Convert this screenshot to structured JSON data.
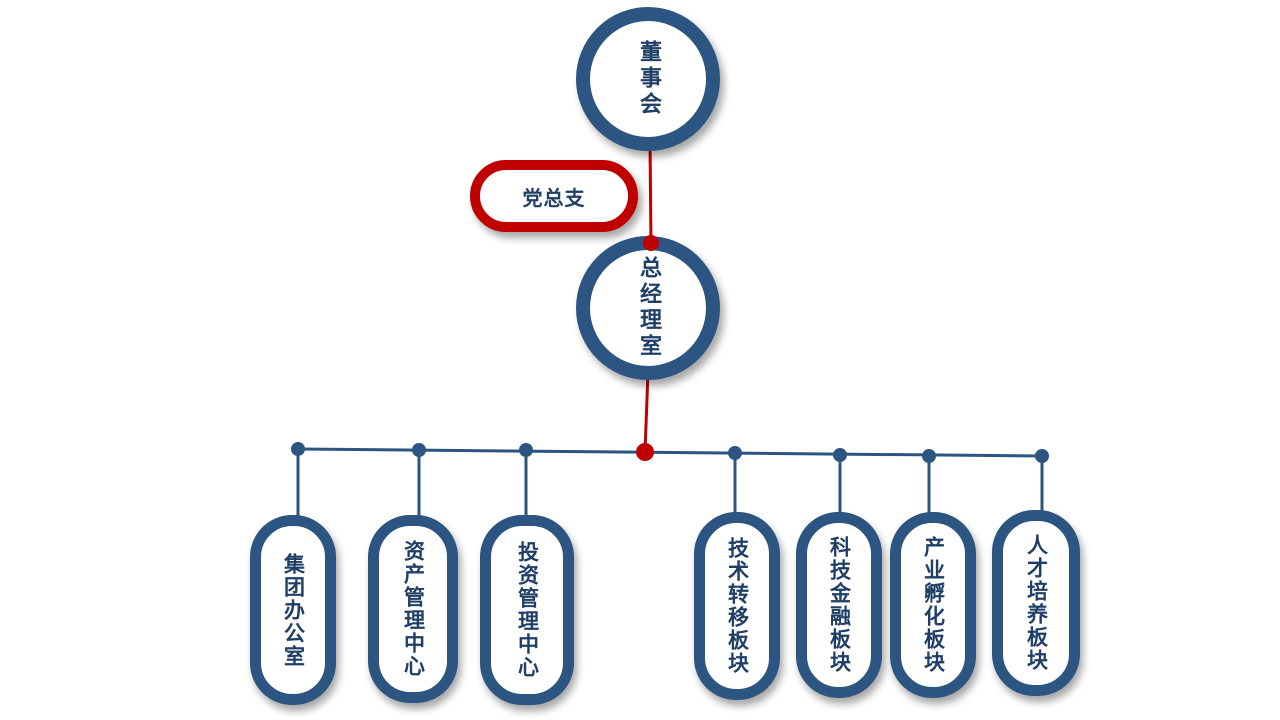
{
  "board": {
    "label": "董事会"
  },
  "party_branch": {
    "label": "党总支"
  },
  "gm_office": {
    "label": "总经理室"
  },
  "departments": [
    {
      "label": "集团办公室"
    },
    {
      "label": "资产管理中心"
    },
    {
      "label": "投资管理中心"
    },
    {
      "label": "技术转移板块"
    },
    {
      "label": "科技金融板块"
    },
    {
      "label": "产业孵化板块"
    },
    {
      "label": "人才培养板块"
    }
  ],
  "colors": {
    "primary": "#2c5581",
    "accent": "#c00000",
    "text": "#1f3f66",
    "background": "#ffffff"
  }
}
